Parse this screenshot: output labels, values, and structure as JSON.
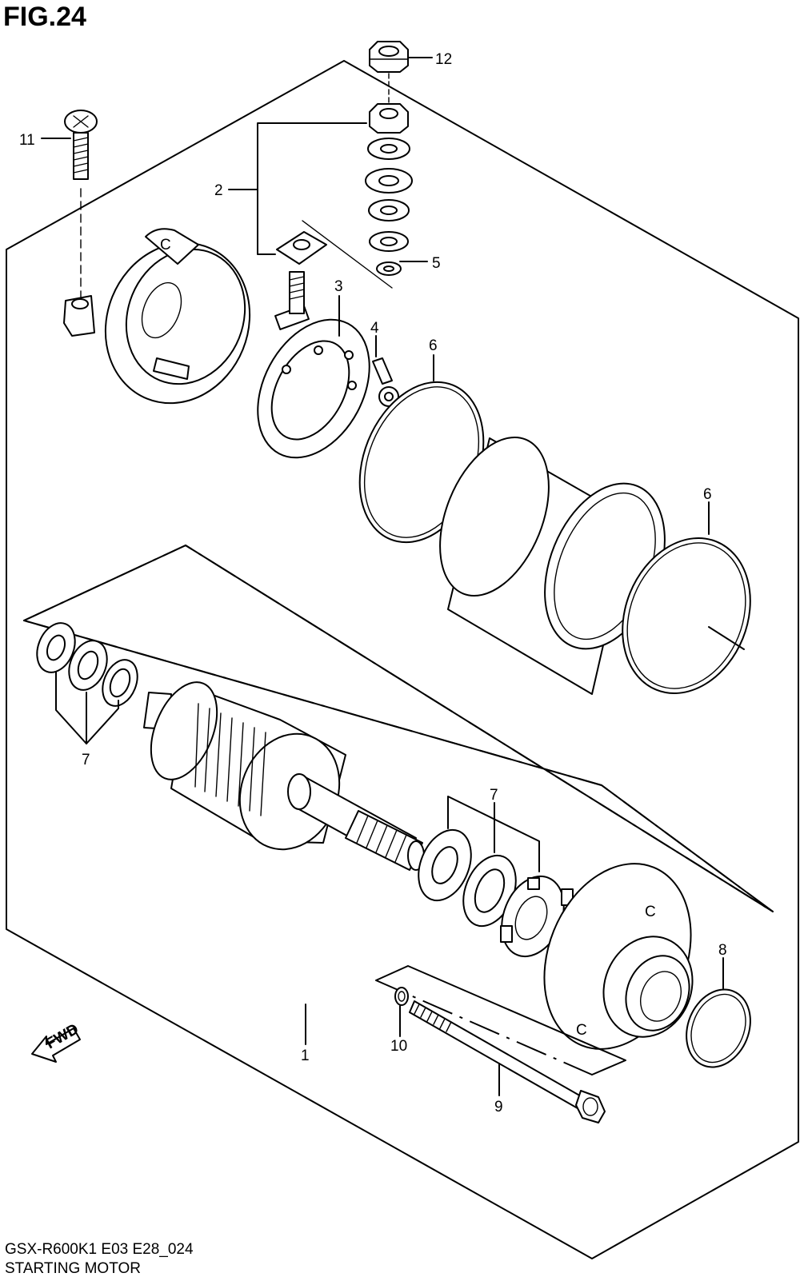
{
  "figure_title": "FIG.24",
  "footer": {
    "model_code": "GSX-R600K1 E03 E28_024",
    "diagram_name": "STARTING MOTOR"
  },
  "parts": [
    {
      "ref": "1"
    },
    {
      "ref": "2"
    },
    {
      "ref": "3"
    },
    {
      "ref": "4"
    },
    {
      "ref": "5"
    },
    {
      "ref": "6"
    },
    {
      "ref": "6"
    },
    {
      "ref": "7"
    },
    {
      "ref": "7"
    },
    {
      "ref": "8"
    },
    {
      "ref": "9"
    },
    {
      "ref": "10"
    },
    {
      "ref": "11"
    },
    {
      "ref": "12"
    }
  ],
  "arrow_label": "FWD",
  "case_mark": "C"
}
